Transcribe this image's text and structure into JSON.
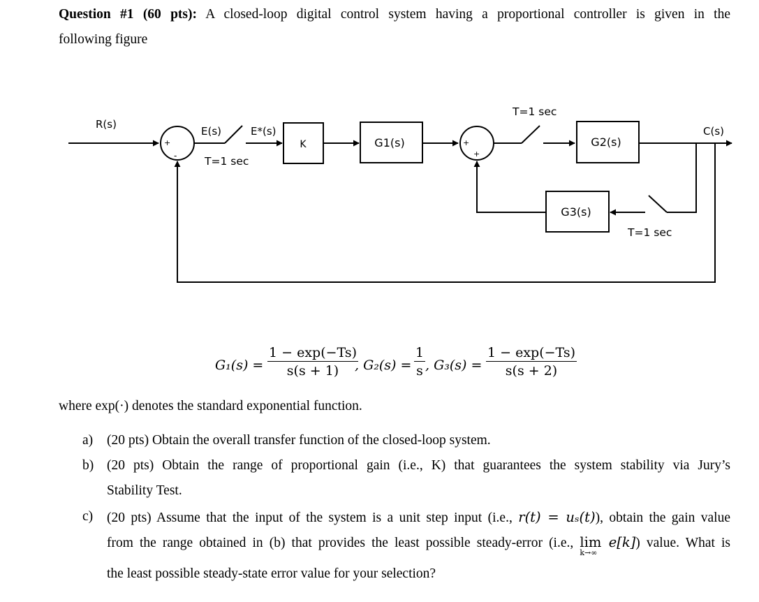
{
  "question": {
    "heading": "Question #1 (60 pts):",
    "intro_line1": " A closed-loop digital control system having a proportional controller is given in the",
    "intro_line2": "following figure"
  },
  "diagram": {
    "input_label": "R(s)",
    "error_label": "E(s)",
    "sampled_error_label": "E*(s)",
    "sampler1_period": "T=1 sec",
    "gain_block": "K",
    "g1_block": "G1(s)",
    "sampler2_period": "T=1 sec",
    "g2_block": "G2(s)",
    "output_label": "C(s)",
    "g3_block": "G3(s)",
    "sampler3_period": "T=1 sec",
    "sum1_plus": "+",
    "sum1_minus": "-",
    "sum2_plus_left": "+",
    "sum2_plus_bottom": "+"
  },
  "equations": {
    "g1_lhs": "G₁(s) =",
    "g1_num": "1 − exp(−Ts)",
    "g1_den": "s(s + 1)",
    "sep1": ", G₂(s) =",
    "g2_num": "1",
    "g2_den": "s",
    "sep2": ", G₃(s) =",
    "g3_num": "1 − exp(−Ts)",
    "g3_den": "s(s + 2)"
  },
  "where_line": "where exp(·) denotes the standard exponential function.",
  "items": {
    "a_letter": "a)",
    "a_text": "(20 pts) Obtain the overall transfer function of the closed-loop system.",
    "b_letter": "b)",
    "b_line1": "(20 pts) Obtain the range of proportional gain (i.e., K) that guarantees the system stability via Jury’s",
    "b_line2": "Stability Test.",
    "c_letter": "c)",
    "c_line1_pre": "(20 pts) Assume that the input of the system is a unit step input (i.e., ",
    "c_line1_math": "r(t) = uₛ(t)",
    "c_line1_post": "), obtain the gain value",
    "c_line2_pre": "from the range obtained in (b) that provides the least possible steady-error (i.e., ",
    "c_line2_lim": "lim",
    "c_line2_sub": "k→∞",
    "c_line2_math": " e[k]",
    "c_line2_post": ") value. What is",
    "c_line3": "the least possible steady-state error value for your selection?"
  }
}
